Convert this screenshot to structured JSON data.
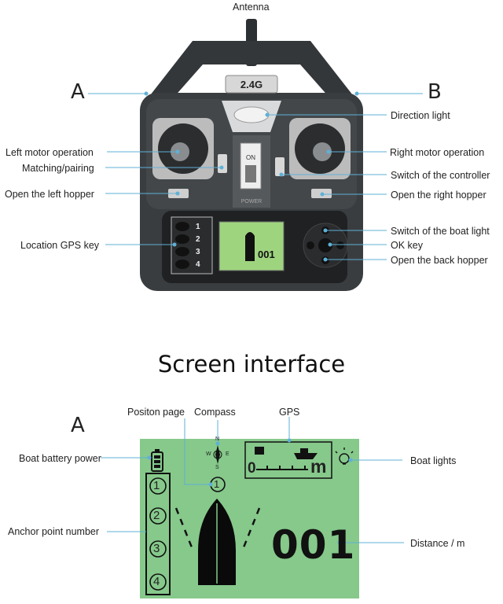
{
  "top_labels": {
    "antenna": "Antenna",
    "a": "A",
    "b": "B",
    "direction_light": "Direction light",
    "left_motor": "Left motor operation",
    "matching": "Matching/pairing",
    "right_motor": "Right motor operation",
    "switch_controller": "Switch of the controller",
    "left_hopper": "Open the left hopper",
    "right_hopper": "Open the right hopper",
    "gps_key": "Location GPS key",
    "boat_light_switch": "Switch of the boat light",
    "ok_key": "OK key",
    "back_hopper": "Open the back hopper"
  },
  "controller": {
    "badge": "2.4G",
    "switch_on": "ON",
    "power": "POWER",
    "gps_numbers": [
      "1",
      "2",
      "3",
      "4"
    ],
    "mini_distance": "001"
  },
  "screen_title": "Screen interface",
  "bottom_labels": {
    "a": "A",
    "position_page": "Positon page",
    "compass": "Compass",
    "gps": "GPS",
    "battery": "Boat battery power",
    "boat_lights": "Boat lights",
    "anchor": "Anchor point number",
    "distance": "Distance / m"
  },
  "lcd": {
    "distance": "001",
    "anchors": [
      "1",
      "2",
      "3",
      "4"
    ],
    "position": "1",
    "scale_start": "0",
    "scale_unit": "m",
    "compass_n": "N",
    "compass_s": "S",
    "compass_w": "W",
    "compass_e": "E"
  },
  "colors": {
    "lcd_green": "#86c98b",
    "leader_line": "#5fb0d6",
    "controller_body": "#3a3d40"
  }
}
